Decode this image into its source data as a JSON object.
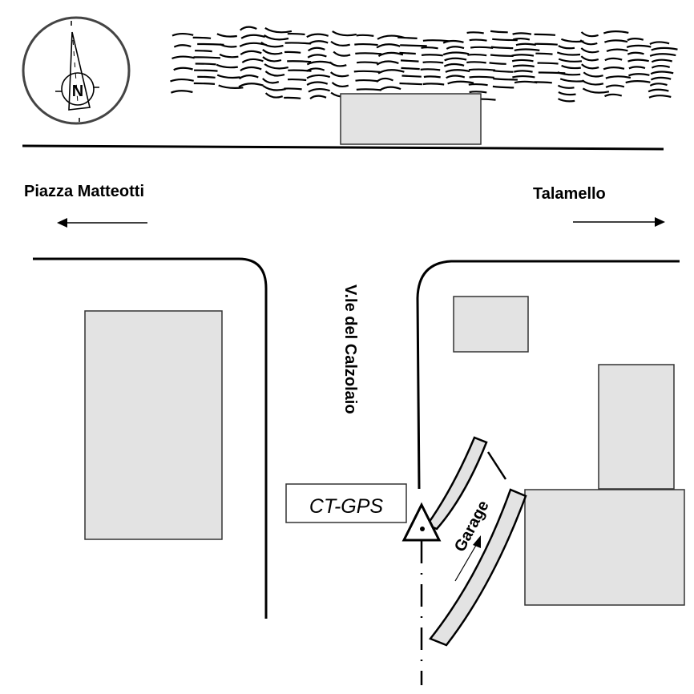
{
  "map": {
    "title": "Site location sketch",
    "compass": {
      "icon": "north-arrow-icon",
      "label": "N"
    },
    "labels": {
      "left_destination": "Piazza Matteotti",
      "right_destination": "Talamello",
      "street": "V.le del Calzolaio",
      "station": "CT-GPS",
      "garage": "Garage"
    },
    "colors": {
      "building_fill": "#e3e3e3",
      "building_stroke": "#333333",
      "line": "#000000",
      "background": "#ffffff"
    },
    "features": [
      {
        "type": "vegetation",
        "name": "tree line (north)"
      },
      {
        "type": "building",
        "name": "north building"
      },
      {
        "type": "building",
        "name": "west building"
      },
      {
        "type": "building",
        "name": "small east building"
      },
      {
        "type": "building",
        "name": "east building"
      },
      {
        "type": "building",
        "name": "large south-east building"
      },
      {
        "type": "marker",
        "name": "GPS station",
        "icon": "triangle-benchmark-icon"
      },
      {
        "type": "ramp",
        "name": "garage ramp"
      }
    ]
  }
}
